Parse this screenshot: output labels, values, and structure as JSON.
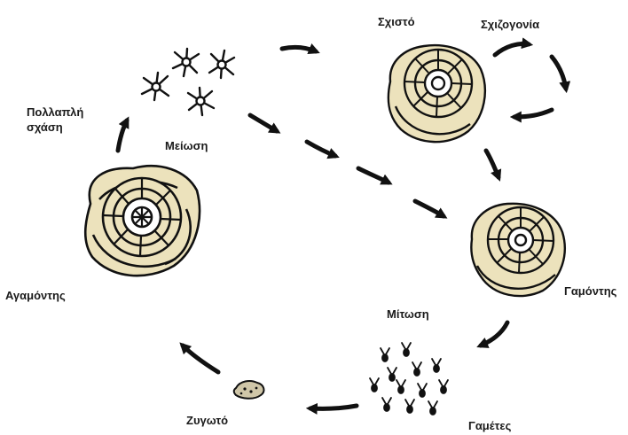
{
  "labels": {
    "multiple_fission": [
      "Πολλαπλή",
      "σχάση"
    ],
    "meiosis": "Μείωση",
    "schizont": "Σχιστό",
    "schizogony": "Σχιζογονία",
    "gamont": "Γαμόντης",
    "agamont": "Αγαμόντης",
    "mitosis": "Μίτωση",
    "gametes": "Γαμέτες",
    "zygote": "Ζυγωτό"
  },
  "colors": {
    "chamber_fill": "#ece2bc",
    "outline": "#111111",
    "arrow": "#111111"
  }
}
